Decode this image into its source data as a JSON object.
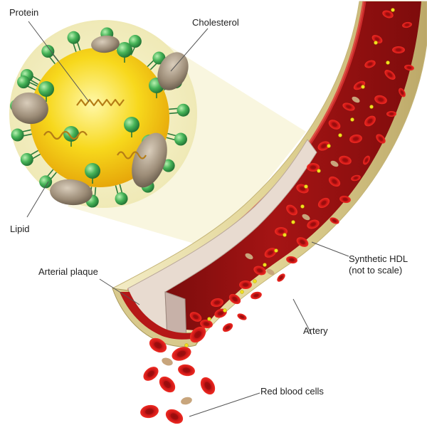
{
  "labels": {
    "protein": "Protein",
    "cholesterol": "Cholesterol",
    "lipid": "Lipid",
    "arterial_plaque": "Arterial plaque",
    "synthetic_hdl_line1": "Synthetic HDL",
    "synthetic_hdl_line2": "(not to scale)",
    "artery": "Artery",
    "red_blood_cells": "Red blood cells"
  },
  "colors": {
    "core_yellow": "#f5d21a",
    "halo": "#f7f3c4",
    "lipid_green": "#3fae52",
    "cholesterol_tan": "#a89a86",
    "protein_orange": "#c98a1e",
    "blood_red": "#d71a1a",
    "artery_tan": "#e8dca0",
    "artery_dark": "#8e1212",
    "plaque": "#e9dcd2",
    "hdl_dot": "#f0e020",
    "leader_line": "#555555"
  },
  "icons": {
    "particle": "hdl-particle-icon",
    "cell": "red-blood-cell-icon"
  }
}
